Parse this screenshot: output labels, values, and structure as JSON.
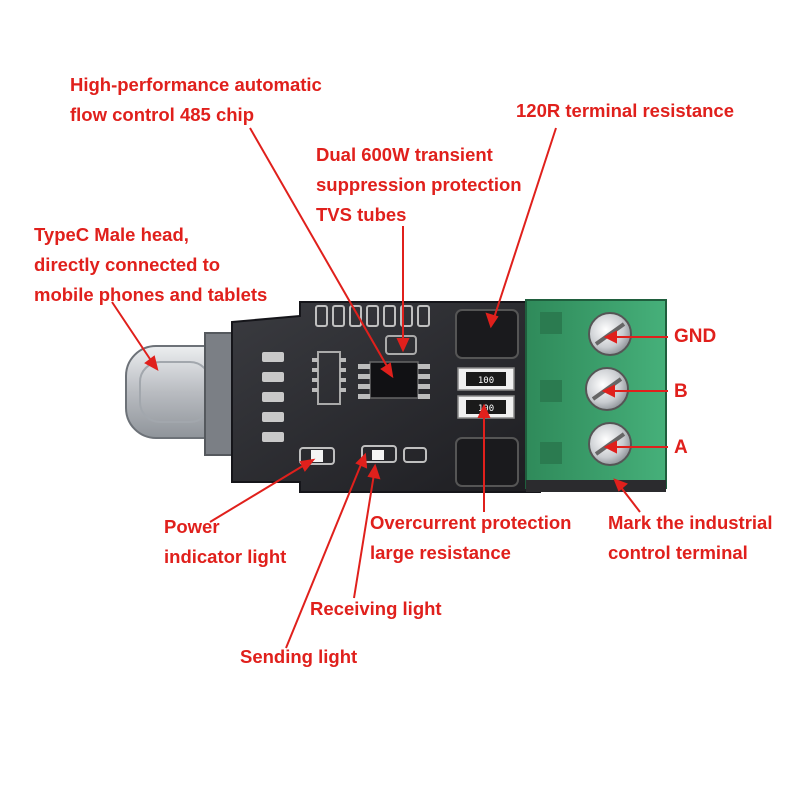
{
  "colors": {
    "annotation": "#e0201c",
    "pcb": "#2a2a2e",
    "terminal": "#3a9e6a",
    "usb_metal": "#c8c9cc",
    "background": "#ffffff"
  },
  "labels": {
    "chip": [
      "High-performance automatic",
      "flow control 485 chip"
    ],
    "termination": [
      "120R terminal resistance"
    ],
    "tvs": [
      "Dual 600W transient",
      "suppression protection",
      "TVS tubes"
    ],
    "typec": [
      "TypeC Male head,",
      "directly connected to",
      "mobile phones and tablets"
    ],
    "power_led": [
      "Power",
      "indicator light"
    ],
    "overcurrent": [
      "Overcurrent protection",
      "large resistance"
    ],
    "terminal_block": [
      "Mark the industrial",
      "control terminal"
    ],
    "receiving_led": [
      "Receiving light"
    ],
    "sending_led": [
      "Sending light"
    ]
  },
  "terminals": {
    "gnd": "GND",
    "b": "B",
    "a": "A"
  },
  "components": {
    "resistor_marking": "100"
  }
}
